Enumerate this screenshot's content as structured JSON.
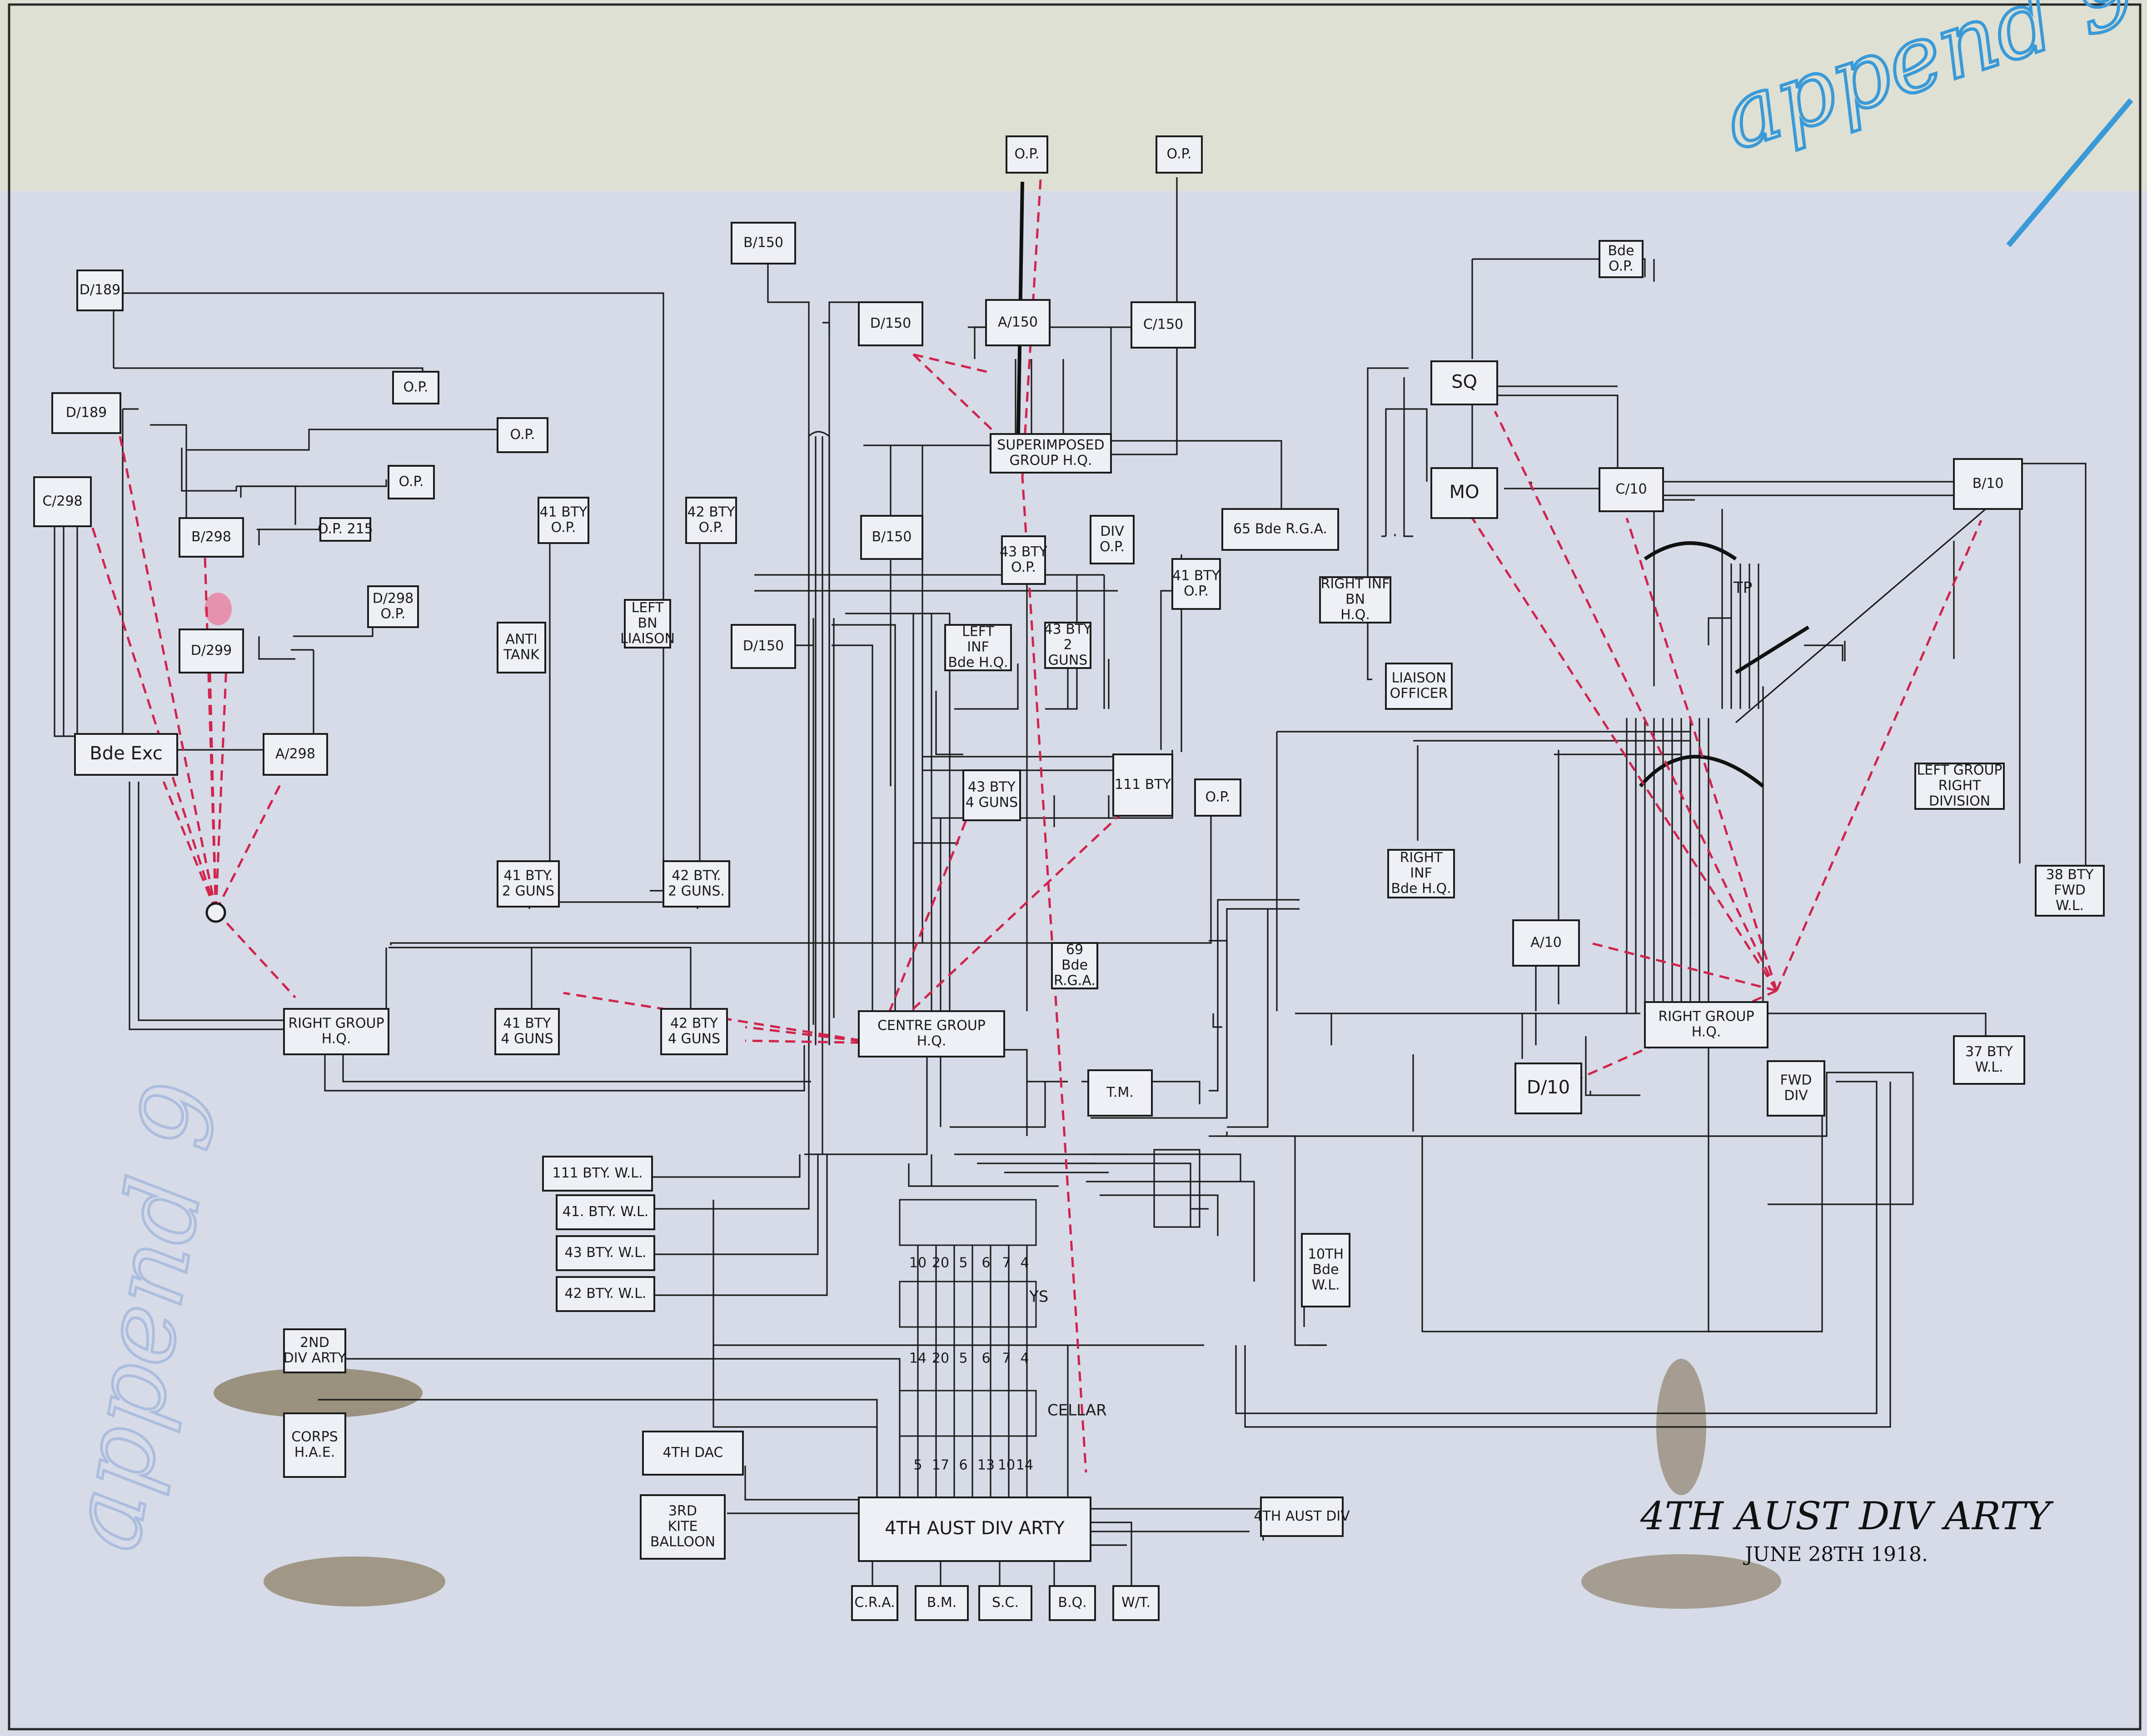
{
  "title": {
    "main": "4TH AUST DIV ARTY",
    "date": "JUNE 28TH 1918."
  },
  "stamp_text": "append 9",
  "colors": {
    "paper": "#d6dbe7",
    "ink": "#1c1c1c",
    "radio": "#d0244d",
    "pencil": "#3a9ad8",
    "stain": "#6a5328",
    "pink": "#e88aa8"
  },
  "boxes": {
    "d189_top": "D/189",
    "op_left_1": "O.P.",
    "d189": "D/189",
    "op_left_2": "O.P.",
    "op_left_3": "O.P.",
    "c298": "C/298",
    "b298": "B/298",
    "op_215": "O.P. 215",
    "d298_op": [
      "D/298",
      "O.P."
    ],
    "d299": "D/299",
    "bde_exc": "Bde Exc",
    "a298": "A/298",
    "op_41": [
      "41 BTY",
      "O.P."
    ],
    "op_42": [
      "42 BTY",
      "O.P."
    ],
    "anti_tank": [
      "ANTI",
      "TANK"
    ],
    "left_bn": [
      "LEFT",
      "BN",
      "LIAISON"
    ],
    "b150_top": "B/150",
    "d150_top": "D/150",
    "a150": "A/150",
    "c150": "C/150",
    "op_center": "O.P.",
    "op_right_top": "O.P.",
    "superimposed": [
      "SUPERIMPOSED",
      "GROUP H.Q."
    ],
    "b150": "B/150",
    "d150": "D/150",
    "op_43": [
      "43 BTY",
      "O.P."
    ],
    "div_op": [
      "DIV",
      "O.P."
    ],
    "left_inf": [
      "LEFT",
      "INF",
      "Bde H.Q."
    ],
    "guns_43_2": [
      "43 BTY",
      "2",
      "GUNS"
    ],
    "op_41b": [
      "41 BTY",
      "O.P."
    ],
    "bde_65": "65 Bde R.G.A.",
    "guns_43_4": [
      "43 BTY",
      "4 GUNS"
    ],
    "bty_111": "111 BTY",
    "op_mid": "O.P.",
    "guns_41_2": [
      "41 BTY.",
      "2 GUNS"
    ],
    "guns_42_2": [
      "42 BTY.",
      "2 GUNS."
    ],
    "guns_41_4": [
      "41 BTY",
      "4 GUNS"
    ],
    "guns_42_4": [
      "42 BTY",
      "4 GUNS"
    ],
    "bde_69": [
      "69",
      "Bde",
      "R.G.A."
    ],
    "right_group_left": [
      "RIGHT GROUP",
      "H.Q."
    ],
    "centre_group": [
      "CENTRE GROUP",
      "H.Q."
    ],
    "tm": "T.M.",
    "bde_op_right": [
      "Bde",
      "O.P."
    ],
    "sq": "SQ",
    "mo": "MO",
    "c10": "C/10",
    "b10": "B/10",
    "right_inf_bn": [
      "RIGHT INF",
      "BN",
      "H.Q."
    ],
    "liaison_officer": [
      "LIAISON",
      "OFFICER"
    ],
    "left_group_right_div": [
      "LEFT GROUP",
      "RIGHT",
      "DIVISION"
    ],
    "bty_38": [
      "38 BTY",
      "FWD",
      "W.L."
    ],
    "right_inf_bde": [
      "RIGHT",
      "INF",
      "Bde H.Q."
    ],
    "a10": "A/10",
    "right_group": [
      "RIGHT GROUP",
      "H.Q."
    ],
    "d10": "D/10",
    "fwd_div": [
      "FWD",
      "DIV"
    ],
    "bty_37": [
      "37 BTY",
      "W.L."
    ],
    "wl_111": "111 BTY. W.L.",
    "wl_41": "41. BTY. W.L.",
    "wl_43": "43 BTY. W.L.",
    "wl_42": "42 BTY. W.L.",
    "bde_10_wl": [
      "10TH",
      "Bde",
      "W.L."
    ],
    "div_arty_2nd": [
      "2ND",
      "DIV ARTY"
    ],
    "corps_hae": [
      "CORPS",
      "H.A.E."
    ],
    "dac_4": "4TH DAC",
    "kite_balloon": [
      "3RD",
      "KITE",
      "BALLOON"
    ],
    "div_arty": "4TH AUST DIV ARTY",
    "aust_div_4": "4TH AUST DIV",
    "cra": "C.R.A.",
    "bm": "B.M.",
    "sc": "S.C.",
    "bq": "B.Q.",
    "wt": "W/T."
  },
  "switch": {
    "ys_label": "YS",
    "cellar_label": "CELLAR",
    "tp_label": "TP",
    "row_top": [
      "10",
      "20",
      "5",
      "6",
      "7",
      "4"
    ],
    "row_mid": [
      "14",
      "20",
      "5",
      "6",
      "7",
      "4"
    ],
    "row_bot": [
      "5",
      "17",
      "6",
      "13",
      "10",
      "14"
    ]
  }
}
